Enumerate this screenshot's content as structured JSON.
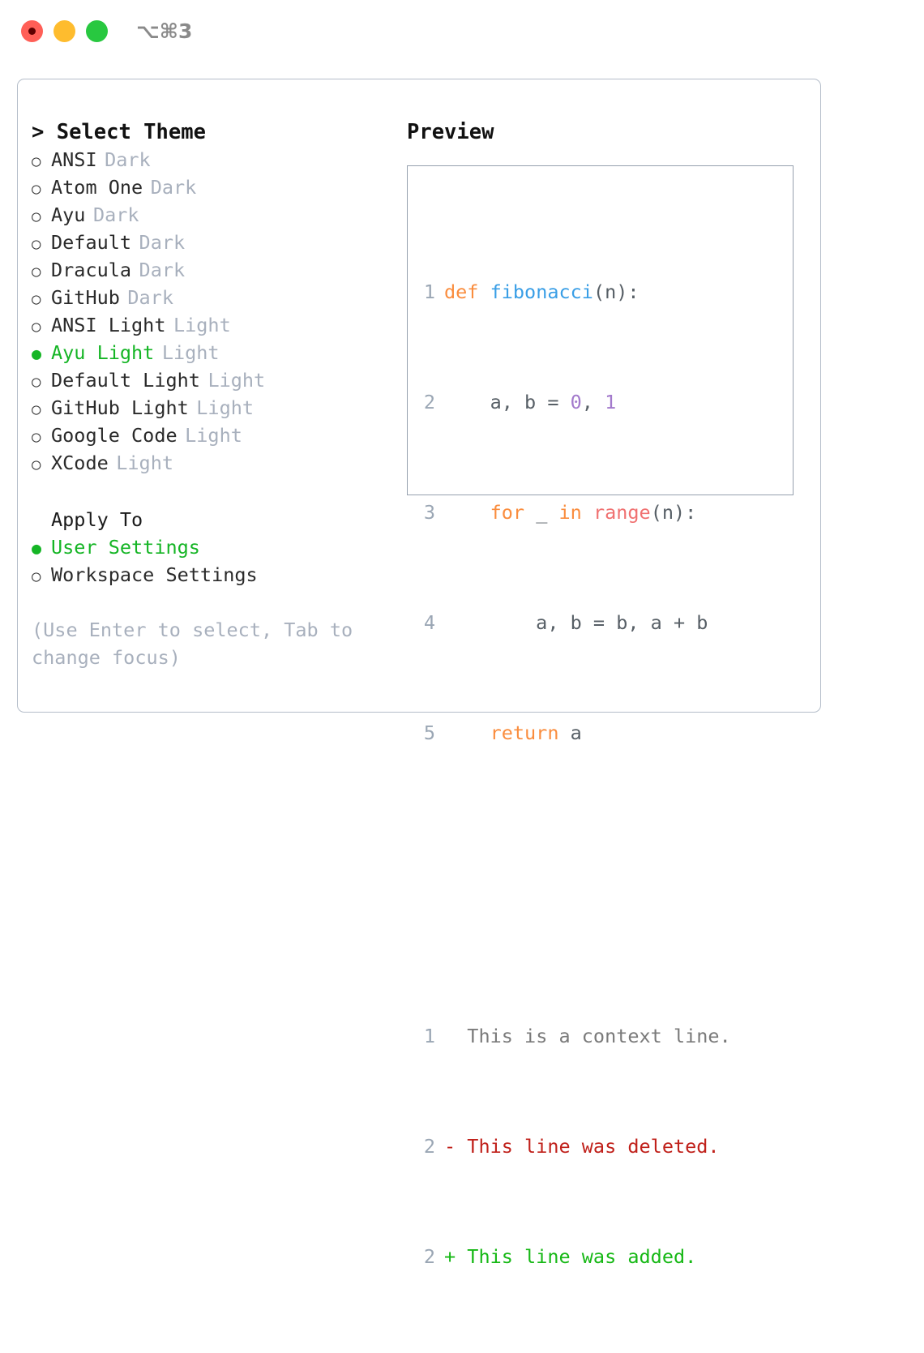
{
  "window": {
    "shortcut": "⌥⌘3",
    "traffic_lights": [
      {
        "name": "close",
        "color": "#ff5f57"
      },
      {
        "name": "minimize",
        "color": "#febc2e"
      },
      {
        "name": "zoom",
        "color": "#28c840"
      }
    ]
  },
  "theme_picker": {
    "caret": ">",
    "heading": "Select Theme",
    "bullet_unselected": "○",
    "bullet_selected": "●",
    "items": [
      {
        "label": "ANSI",
        "tag": "Dark",
        "selected": false
      },
      {
        "label": "Atom One",
        "tag": "Dark",
        "selected": false
      },
      {
        "label": "Ayu",
        "tag": "Dark",
        "selected": false
      },
      {
        "label": "Default",
        "tag": "Dark",
        "selected": false
      },
      {
        "label": "Dracula",
        "tag": "Dark",
        "selected": false
      },
      {
        "label": "GitHub",
        "tag": "Dark",
        "selected": false
      },
      {
        "label": "ANSI Light",
        "tag": "Light",
        "selected": false
      },
      {
        "label": "Ayu Light",
        "tag": "Light",
        "selected": true
      },
      {
        "label": "Default Light",
        "tag": "Light",
        "selected": false
      },
      {
        "label": "GitHub Light",
        "tag": "Light",
        "selected": false
      },
      {
        "label": "Google Code",
        "tag": "Light",
        "selected": false
      },
      {
        "label": "XCode",
        "tag": "Light",
        "selected": false
      }
    ]
  },
  "apply_to": {
    "heading": "Apply To",
    "items": [
      {
        "label": "User Settings",
        "selected": true
      },
      {
        "label": "Workspace Settings",
        "selected": false
      }
    ]
  },
  "hint": "(Use Enter to select, Tab to change focus)",
  "preview": {
    "title": "Preview",
    "code_lines": [
      {
        "number": "1",
        "tokens": [
          {
            "text": "def",
            "kind": "kw"
          },
          {
            "text": " ",
            "kind": "plain"
          },
          {
            "text": "fibonacci",
            "kind": "fn"
          },
          {
            "text": "(n):",
            "kind": "plain"
          }
        ]
      },
      {
        "number": "2",
        "tokens": [
          {
            "text": "    a, b = ",
            "kind": "plain"
          },
          {
            "text": "0",
            "kind": "num"
          },
          {
            "text": ", ",
            "kind": "plain"
          },
          {
            "text": "1",
            "kind": "num"
          }
        ]
      },
      {
        "number": "3",
        "tokens": [
          {
            "text": "    ",
            "kind": "plain"
          },
          {
            "text": "for",
            "kind": "kw"
          },
          {
            "text": " _ ",
            "kind": "plain"
          },
          {
            "text": "in",
            "kind": "kw"
          },
          {
            "text": " ",
            "kind": "plain"
          },
          {
            "text": "range",
            "kind": "call"
          },
          {
            "text": "(n):",
            "kind": "plain"
          }
        ]
      },
      {
        "number": "4",
        "tokens": [
          {
            "text": "        a, b = b, a + b",
            "kind": "plain"
          }
        ]
      },
      {
        "number": "5",
        "tokens": [
          {
            "text": "    ",
            "kind": "plain"
          },
          {
            "text": "return",
            "kind": "kw"
          },
          {
            "text": " a",
            "kind": "plain"
          }
        ]
      }
    ],
    "diff_lines": [
      {
        "number": "1",
        "marker": " ",
        "text": " This is a context line.",
        "kind": "context"
      },
      {
        "number": "2",
        "marker": "-",
        "text": " This line was deleted.",
        "kind": "deleted"
      },
      {
        "number": "2",
        "marker": "+",
        "text": " This line was added.",
        "kind": "added"
      }
    ]
  },
  "colors": {
    "keyword": "#fa8d3e",
    "function": "#399ee6",
    "number": "#a37acc",
    "call": "#f07171",
    "plain": "#575f66",
    "line_number": "#9aa6b4",
    "selected": "#15b525",
    "muted": "#a8b0bd",
    "diff_deleted": "#c0201a",
    "diff_added": "#16b815",
    "diff_context": "#7a7a7a",
    "border": "#96a0ae"
  }
}
